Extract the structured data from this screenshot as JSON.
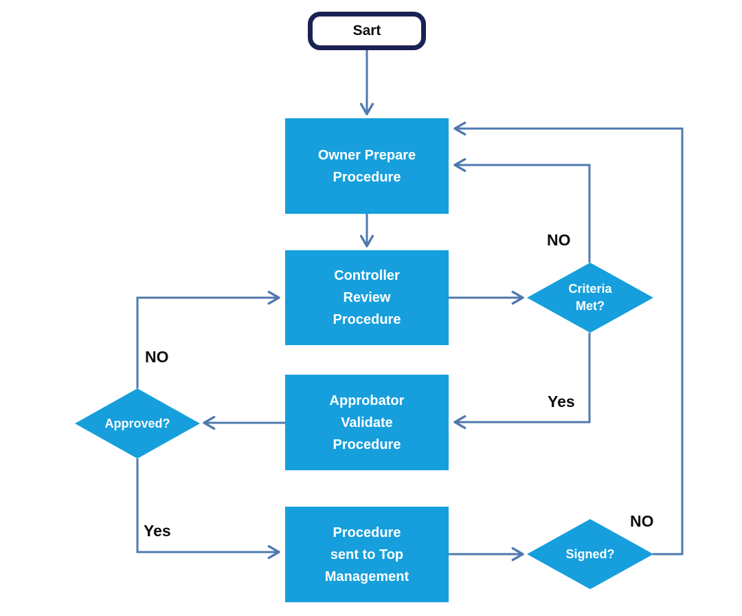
{
  "diagram": {
    "type": "flowchart",
    "colors": {
      "node_fill": "#169FDC",
      "node_text": "#FFFFFF",
      "connector": "#4E79AE",
      "start_border": "#1A2253",
      "start_fill": "#FFFFFF",
      "start_text": "#0D0D0D",
      "edge_label_text": "#0D0D0D",
      "background": "#FFFFFF"
    },
    "nodes": {
      "start": {
        "label": "Sart",
        "shape": "terminator"
      },
      "owner_prepare": {
        "label": "Owner Prepare\nProcedure",
        "shape": "process"
      },
      "controller_review": {
        "label": "Controller\nReview\nProcedure",
        "shape": "process"
      },
      "criteria_met": {
        "label": "Criteria\nMet?",
        "shape": "decision"
      },
      "approbator_validate": {
        "label": "Approbator\nValidate\nProcedure",
        "shape": "process"
      },
      "approved": {
        "label": "Approved?",
        "shape": "decision"
      },
      "procedure_sent": {
        "label": "Procedure\nsent to Top\nManagement",
        "shape": "process"
      },
      "signed": {
        "label": "Signed?",
        "shape": "decision"
      }
    },
    "edge_labels": {
      "criteria_met_no": "NO",
      "criteria_met_yes": "Yes",
      "approved_no": "NO",
      "approved_yes": "Yes",
      "signed_no": "NO"
    }
  }
}
